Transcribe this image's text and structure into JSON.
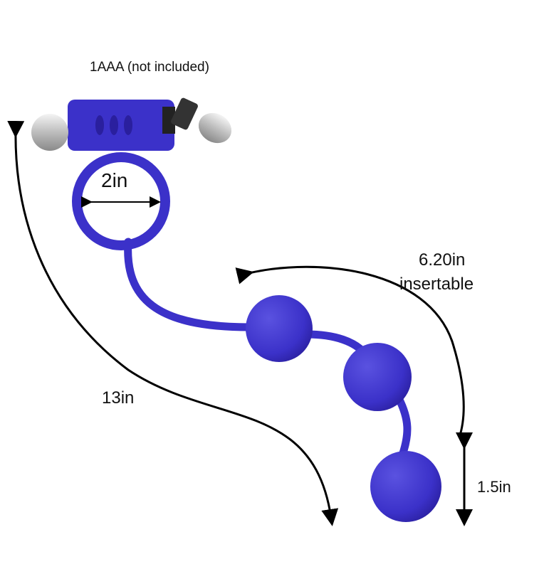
{
  "labels": {
    "battery": "1AAA (not included)",
    "ring_diameter": "2in",
    "insertable_length": "6.20in",
    "insertable_word": "insertable",
    "total_length": "13in",
    "bead_diameter": "1.5in"
  },
  "colors": {
    "product": "#3b31c9",
    "product_dark": "#2a1f9e",
    "arrow": "#000000"
  }
}
